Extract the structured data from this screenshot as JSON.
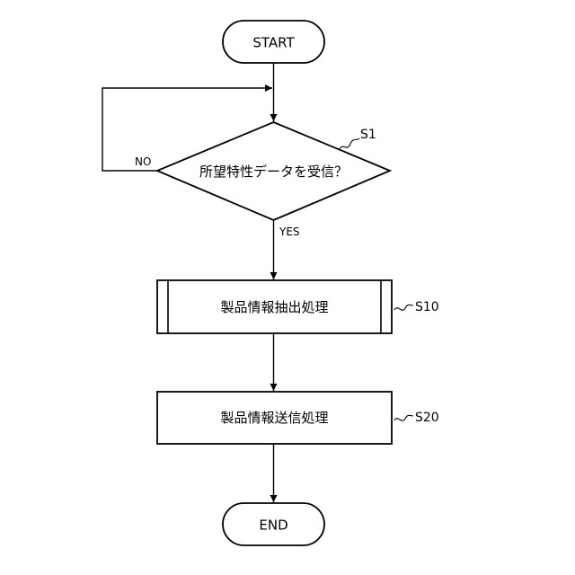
{
  "flowchart": {
    "start": "START",
    "end": "END",
    "decision": {
      "text": "所望特性データを受信？",
      "step": "S1",
      "no_label": "NO",
      "yes_label": "YES"
    },
    "process_1": {
      "text": "製品情報抽出処理",
      "step": "S10"
    },
    "process_2": {
      "text": "製品情報送信処理",
      "step": "S20"
    }
  }
}
